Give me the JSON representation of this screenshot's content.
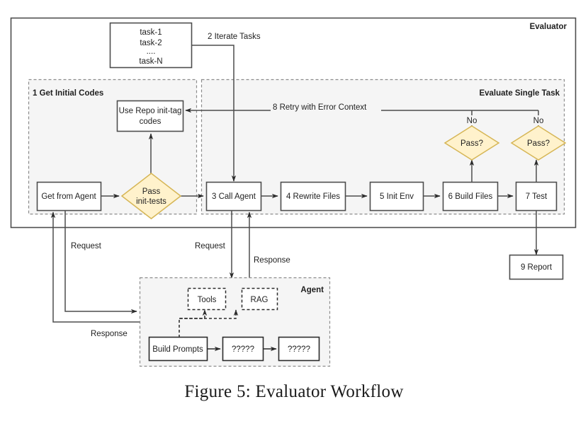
{
  "figure": {
    "caption": "Figure 5:  Evaluator Workflow",
    "caption_number": "Figure 5",
    "caption_title": "Evaluator Workflow"
  },
  "colors": {
    "decision_fill": "#fff2cc",
    "decision_stroke": "#d6b656",
    "group_fill": "#f5f5f5",
    "group_stroke": "#8c8c8c",
    "box_fill": "#ffffff",
    "box_stroke": "#4d4d4d",
    "line": "#4d4d4d",
    "text": "#1f1f1f",
    "page_background": "#ffffff"
  },
  "containers": {
    "evaluator": {
      "label": "Evaluator"
    },
    "get_initial_codes": {
      "label": "1 Get Initial Codes"
    },
    "evaluate_single_task": {
      "label": "Evaluate Single Task"
    },
    "agent": {
      "label": "Agent"
    }
  },
  "nodes": {
    "task_list": {
      "lines": [
        "task-1",
        "task-2",
        "....",
        "task-N"
      ]
    },
    "use_repo": {
      "lines": [
        "Use Repo init-tag",
        "codes"
      ]
    },
    "get_from_agent": {
      "label": "Get from Agent"
    },
    "pass_init_tests": {
      "lines": [
        "Pass",
        "init-tests"
      ]
    },
    "call_agent": {
      "label": "3 Call Agent"
    },
    "rewrite_files": {
      "label": "4 Rewrite Files"
    },
    "init_env": {
      "label": "5 Init Env"
    },
    "build_files": {
      "label": "6 Build Files"
    },
    "pass_build": {
      "label": "Pass?"
    },
    "test": {
      "label": "7 Test"
    },
    "pass_test": {
      "label": "Pass?"
    },
    "report": {
      "label": "9 Report"
    },
    "tools": {
      "label": "Tools"
    },
    "rag": {
      "label": "RAG"
    },
    "build_prompts": {
      "label": "Build Prompts"
    },
    "agent_step_2": {
      "label": "?????"
    },
    "agent_step_3": {
      "label": "?????"
    }
  },
  "edge_labels": {
    "iterate_tasks": "2 Iterate Tasks",
    "retry_with_error_context": "8 Retry with Error Context",
    "no_build": "No",
    "no_test": "No",
    "request_left": "Request",
    "request_right": "Request",
    "response_right": "Response",
    "response_left": "Response"
  }
}
